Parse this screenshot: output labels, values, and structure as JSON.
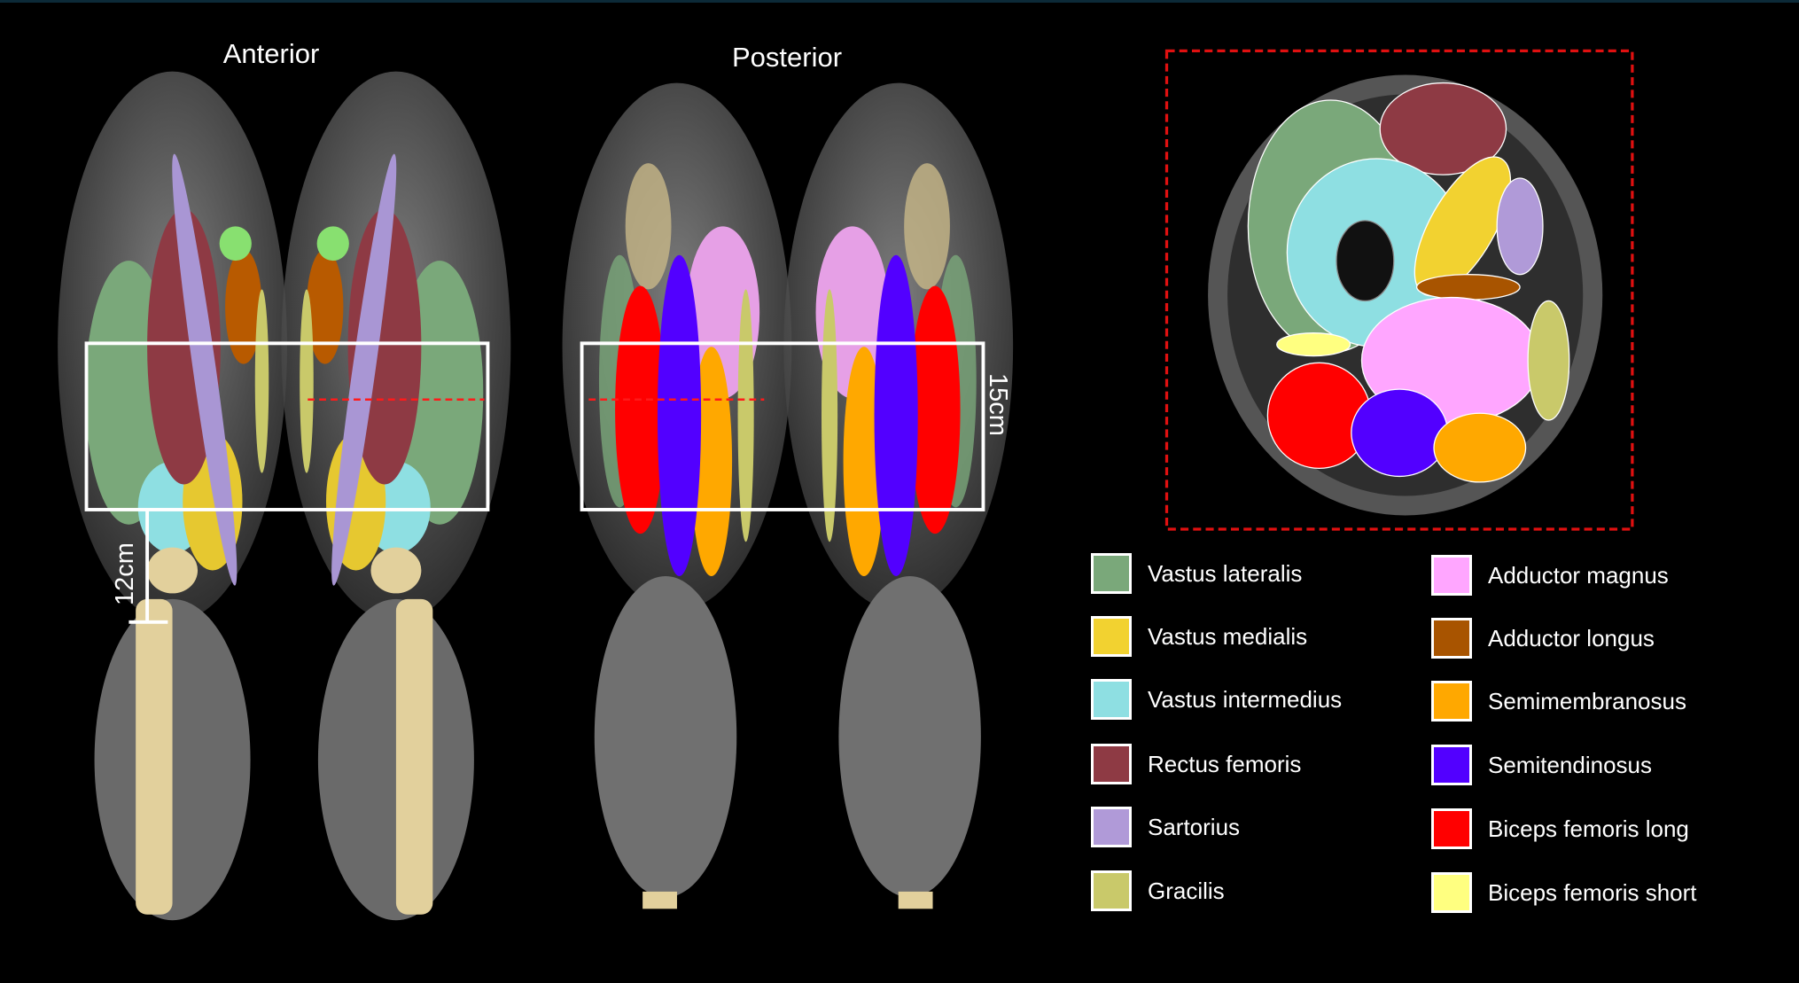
{
  "views": {
    "anterior": "Anterior",
    "posterior": "Posterior"
  },
  "scale": {
    "box_height": "15cm",
    "offset": "12cm"
  },
  "legend": [
    {
      "label": "Vastus lateralis",
      "color": "#7aa87a"
    },
    {
      "label": "Vastus medialis",
      "color": "#f2d230"
    },
    {
      "label": "Vastus intermedius",
      "color": "#8edfe2"
    },
    {
      "label": "Rectus femoris",
      "color": "#8e3a44"
    },
    {
      "label": "Sartorius",
      "color": "#b09ad8"
    },
    {
      "label": "Gracilis",
      "color": "#c9c96a"
    },
    {
      "label": "Adductor magnus",
      "color": "#ffa6ff"
    },
    {
      "label": "Adductor longus",
      "color": "#a85400"
    },
    {
      "label": "Semimembranosus",
      "color": "#ffa800"
    },
    {
      "label": "Semitendinosus",
      "color": "#5200ff"
    },
    {
      "label": "Biceps femoris long",
      "color": "#ff0000"
    },
    {
      "label": "Biceps femoris short",
      "color": "#ffff80"
    }
  ],
  "colors": {
    "box": "#ffffff",
    "slice_line": "#ff1a1a",
    "bone": "#e2d09c",
    "tissue": "#777777"
  }
}
